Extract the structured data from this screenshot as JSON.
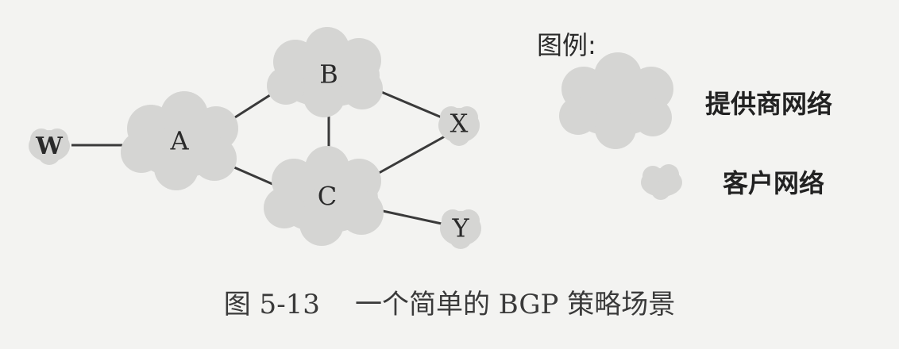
{
  "diagram": {
    "nodes": [
      {
        "id": "A",
        "label": "A",
        "kind": "provider"
      },
      {
        "id": "B",
        "label": "B",
        "kind": "provider"
      },
      {
        "id": "C",
        "label": "C",
        "kind": "provider"
      },
      {
        "id": "W",
        "label": "W",
        "kind": "customer"
      },
      {
        "id": "X",
        "label": "X",
        "kind": "customer"
      },
      {
        "id": "Y",
        "label": "Y",
        "kind": "customer"
      }
    ],
    "edges": [
      {
        "from": "W",
        "to": "A"
      },
      {
        "from": "A",
        "to": "B"
      },
      {
        "from": "A",
        "to": "C"
      },
      {
        "from": "B",
        "to": "C"
      },
      {
        "from": "B",
        "to": "X"
      },
      {
        "from": "C",
        "to": "X"
      },
      {
        "from": "C",
        "to": "Y"
      }
    ]
  },
  "legend": {
    "title": "图例:",
    "provider_label": "提供商网络",
    "customer_label": "客户网络"
  },
  "caption": {
    "number": "图 5-13",
    "text": "一个简单的 BGP 策略场景"
  },
  "colors": {
    "cloud_fill": "#d5d5d3",
    "edge": "#3a3a3a",
    "background": "#f3f3f1"
  }
}
